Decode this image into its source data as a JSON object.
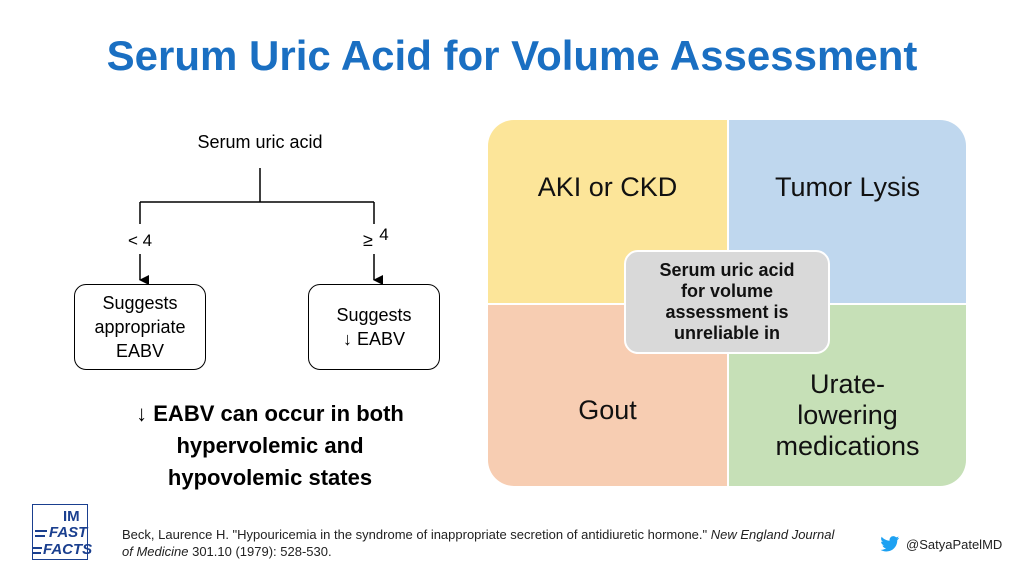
{
  "title": "Serum Uric Acid for Volume Assessment",
  "flowchart": {
    "root": "Serum uric acid",
    "left_branch": "< 4",
    "right_branch_symbol": "≥",
    "right_branch_value": "4",
    "left_node": [
      "Suggests",
      "appropriate",
      "EABV"
    ],
    "right_node": [
      "Suggests",
      "↓ EABV"
    ],
    "note": [
      "↓ EABV can occur in both",
      "hypervolemic and",
      "hypovolemic states"
    ]
  },
  "grid": {
    "top_left": "AKI or CKD",
    "top_right": "Tumor Lysis",
    "bottom_left": "Gout",
    "bottom_right": [
      "Urate-",
      "lowering",
      "medications"
    ],
    "center": [
      "Serum uric acid",
      "for volume",
      "assessment is",
      "unreliable in"
    ],
    "colors": {
      "top_left": "#fce599",
      "top_right": "#bfd7ee",
      "bottom_left": "#f7cdb2",
      "bottom_right": "#c6e0b7",
      "center": "#d9d9d9"
    }
  },
  "logo": {
    "line1": "IM",
    "line2": "FAST",
    "line3": "FACTS"
  },
  "citation": {
    "plain": "Beck, Laurence H. \"Hypouricemia in the syndrome of inappropriate secretion of antidiuretic hormone.\" ",
    "journal": "New England Journal of Medicine",
    "tail": " 301.10 (1979): 528-530."
  },
  "handle": {
    "icon": "twitter-bird-icon",
    "text": "@SatyaPatelMD"
  },
  "accent_color": "#1a6fc2"
}
